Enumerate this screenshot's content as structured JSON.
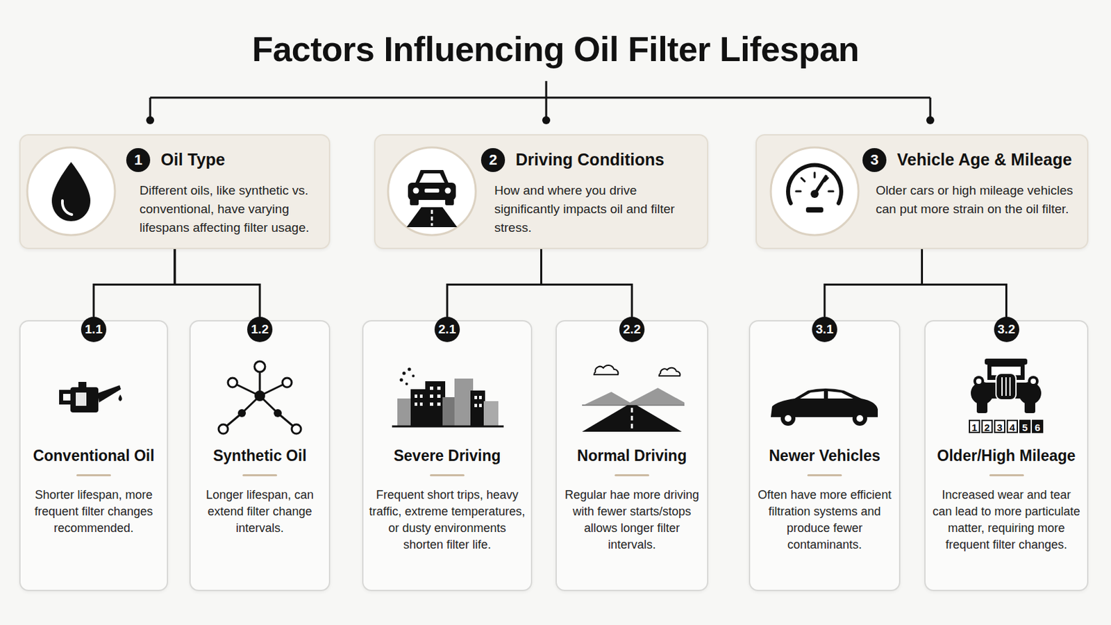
{
  "diagram": {
    "title": "Factors Influencing Oil Filter Lifespan",
    "nodes": [
      {
        "text": [
          "1",
          "Oil Type",
          "Different oils, like synthetic vs. conventional, have varying lifespans affecting filter usage."
        ]
      },
      {
        "text": [
          "2",
          "Driving Conditions",
          "How and where you drive significantly impacts oil and filter stress."
        ]
      },
      {
        "text": [
          "3",
          "Vehicle Age & Mileage",
          "Older cars or high mileage vehicles can put more strain on the oil filter."
        ]
      },
      {
        "text": [
          "1.1",
          "Conventional Oil",
          "Shorter lifespan, more frequent filter changes recommended."
        ]
      },
      {
        "text": [
          "1.2",
          "Synthetic Oil",
          "Longer lifespan, can extend filter change intervals."
        ]
      },
      {
        "text": [
          "2.1",
          "Severe Driving",
          "Frequent short trips, heavy traffic, extreme temperatures, or dusty environments shorten filter life."
        ]
      },
      {
        "text": [
          "2.2",
          "Normal Driving",
          "Regular hae more driving with fewer starts/stops allows longer filter intervals."
        ]
      },
      {
        "text": [
          "3.1",
          "Newer Vehicles",
          "Often have more efficient filtration systems and produce fewer contaminants."
        ]
      },
      {
        "text": [
          "3.2",
          "Older/High Mileage",
          "Increased wear and tear can lead to more particulate matter, requiring more frequent filter changes."
        ]
      }
    ],
    "edges": [
      {
        "from": 0,
        "to": 3,
        "arrow": "none"
      },
      {
        "from": 0,
        "to": 4,
        "arrow": "none"
      },
      {
        "from": 1,
        "to": 5,
        "arrow": "none"
      },
      {
        "from": 1,
        "to": 6,
        "arrow": "none"
      },
      {
        "from": 2,
        "to": 7,
        "arrow": "none"
      },
      {
        "from": 2,
        "to": 8,
        "arrow": "none"
      }
    ],
    "labels": [
      "1",
      "2",
      "3",
      "4",
      "5",
      "6"
    ]
  }
}
